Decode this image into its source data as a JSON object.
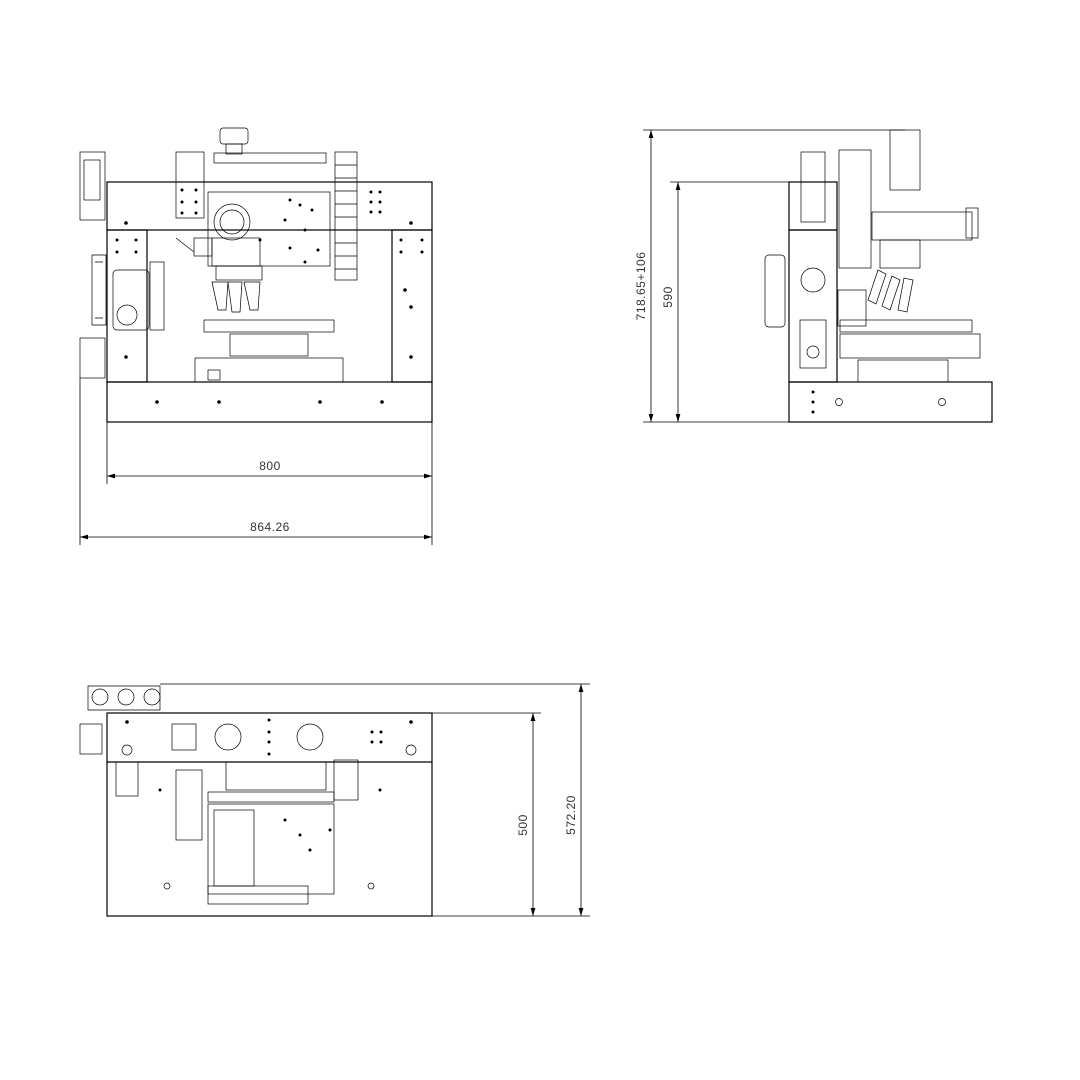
{
  "drawing": {
    "front_view": {
      "dimensions": {
        "width_inner": "800",
        "width_overall": "864.26"
      }
    },
    "side_view": {
      "dimensions": {
        "height_overall": "718.65+106",
        "height_frame": "590"
      }
    },
    "top_view": {
      "dimensions": {
        "depth_frame": "500",
        "depth_overall": "572.20"
      }
    }
  }
}
